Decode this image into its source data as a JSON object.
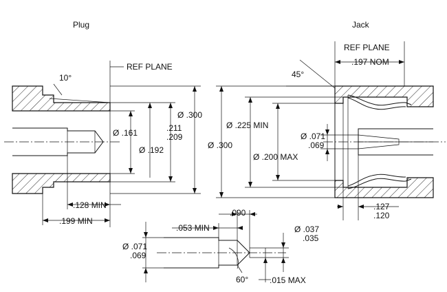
{
  "views": {
    "plug_title": "Plug",
    "jack_title": "Jack"
  },
  "plug": {
    "ref_plane": "REF PLANE",
    "angle": "10°",
    "dia_161": "Ø .161",
    "dia_192": "Ø .192",
    "dia_211": ".211",
    "dia_209": ".209",
    "dia_300": "Ø .300",
    "len_128": ".128 MIN",
    "len_199": ".199 MIN"
  },
  "jack": {
    "ref_plane": "REF PLANE",
    "nom_197": ".197 NOM",
    "angle": "45°",
    "dia_225": "Ø .225 MIN",
    "dia_300": "Ø .300",
    "dia_200": "Ø .200 MAX",
    "dia_071": "Ø .071",
    "dia_069": ".069",
    "len_127": ".127",
    "len_120": ".120"
  },
  "pin": {
    "len_053": ".053 MIN",
    "len_090": ".090",
    "dia_071": "Ø .071",
    "dia_069": ".069",
    "angle": "60°",
    "dia_037": "Ø .037",
    "dia_035": ".035",
    "tip_015": ".015 MAX"
  }
}
